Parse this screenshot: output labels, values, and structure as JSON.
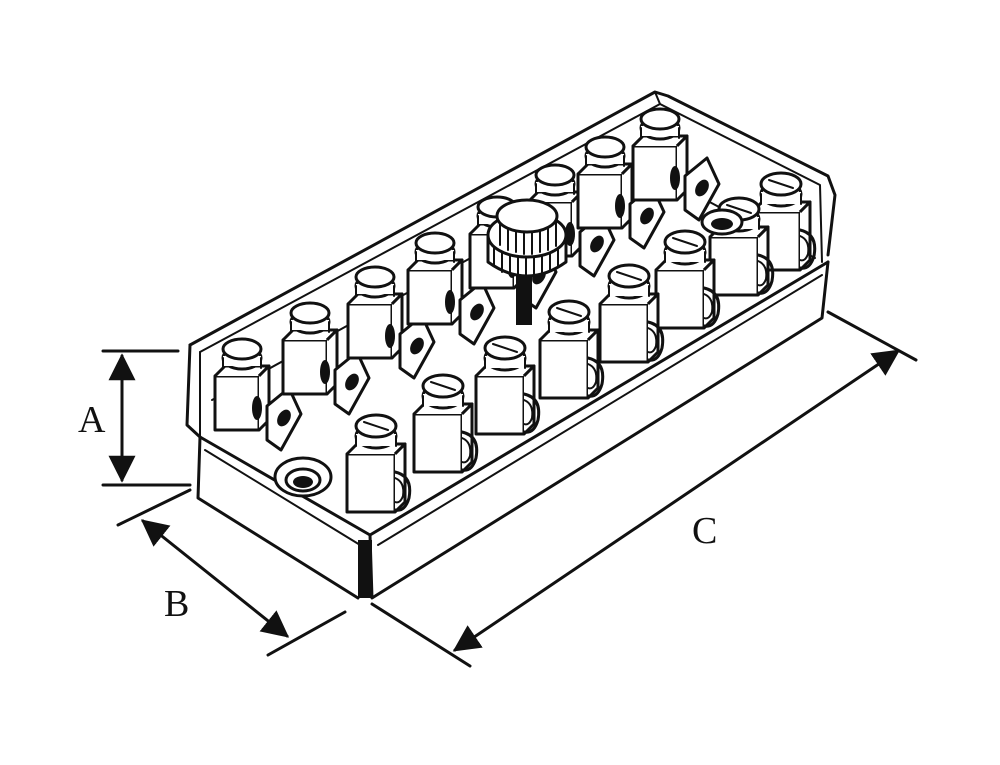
{
  "figure": {
    "labels": {
      "a": "A",
      "b": "B",
      "c": "C"
    },
    "colors": {
      "ink": "#111111",
      "background": "#ffffff"
    }
  }
}
